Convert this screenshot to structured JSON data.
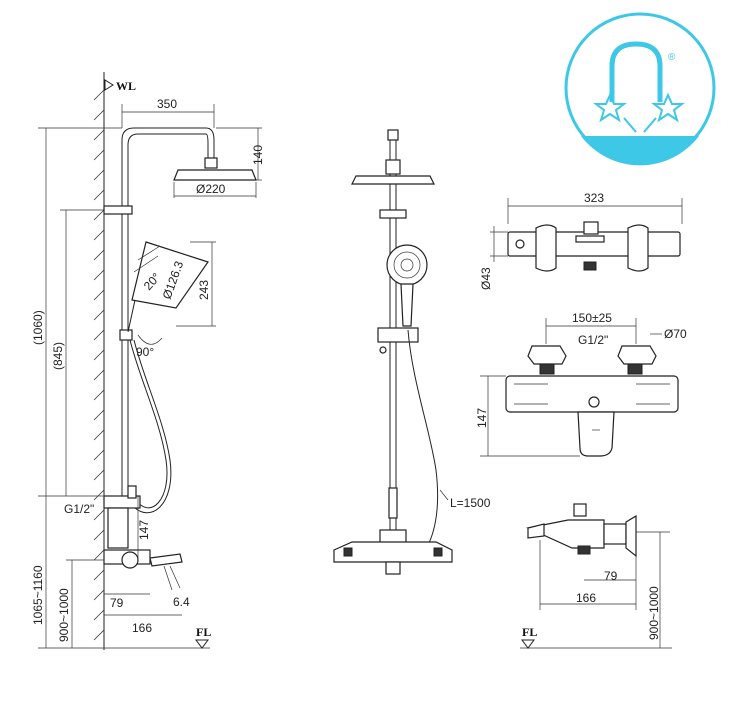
{
  "labels": {
    "wl": "WL",
    "fl_left": "FL",
    "fl_right": "FL",
    "hose_length": "L=1500",
    "g_half_left": "G1/2\"",
    "g_half_right": "G1/2\"",
    "angle_20": "20°",
    "angle_90": "90°",
    "d_126": "Ø126.3"
  },
  "dims_left": {
    "arm_350": "350",
    "head_140": "140",
    "head_220": "Ø220",
    "hand_243": "243",
    "total_1060": "(1060)",
    "rail_845": "(845)",
    "body_147": "147",
    "spout_79": "79",
    "spout_166": "166",
    "height_1065_1160": "1065~1160",
    "height_900_1000": "900~1000",
    "outlet_6_4": "6.4"
  },
  "dims_right": {
    "width_323": "323",
    "d43": "Ø43",
    "spacing_150": "150±25",
    "d70": "Ø70",
    "height_147": "147",
    "spout_79": "79",
    "spout_166": "166",
    "height_900_1000": "900~1000"
  },
  "logo": {
    "registered": "®",
    "color": "#3cc8e6"
  }
}
